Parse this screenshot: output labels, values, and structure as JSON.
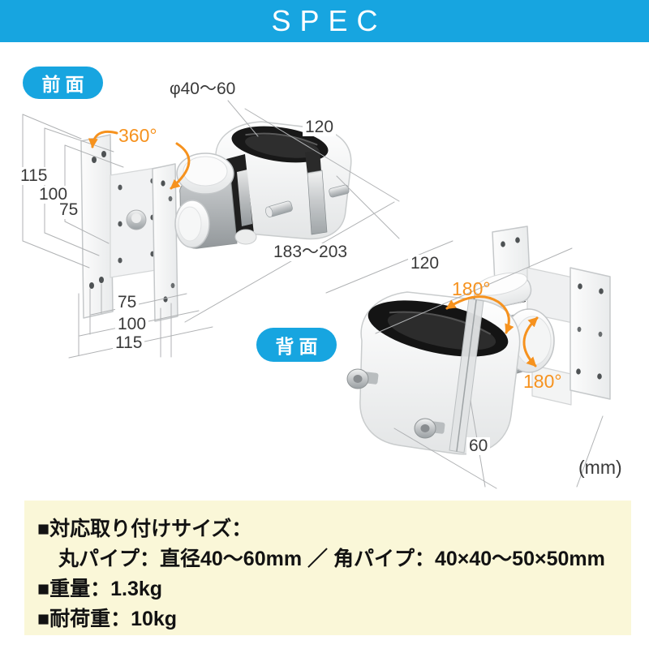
{
  "colors": {
    "accent_blue": "#17a5e0",
    "accent_orange": "#f6921e",
    "spec_box_bg": "#faf7d8",
    "dim_text": "#3a3a3a"
  },
  "header": {
    "title": "SPEC"
  },
  "front_view": {
    "badge": "前面",
    "pipe_diameter": "φ40〜60",
    "rotation_angle": "360°",
    "clamp_width": "120",
    "arm_length": "183〜203",
    "plate_heights": [
      "115",
      "100",
      "75"
    ],
    "plate_widths": [
      "75",
      "100",
      "115"
    ]
  },
  "back_view": {
    "badge": "背面",
    "clamp_width": "120",
    "pan_angle": "180°",
    "tilt_angle": "180°",
    "clamp_height": "60",
    "unit_note": "(mm)"
  },
  "spec_box": {
    "lines": [
      "■対応取り付けサイズ：",
      "丸パイプ：直径40〜60mm ／ 角パイプ：40×40〜50×50mm",
      "■重量：1.3kg",
      "■耐荷重：10kg"
    ]
  }
}
